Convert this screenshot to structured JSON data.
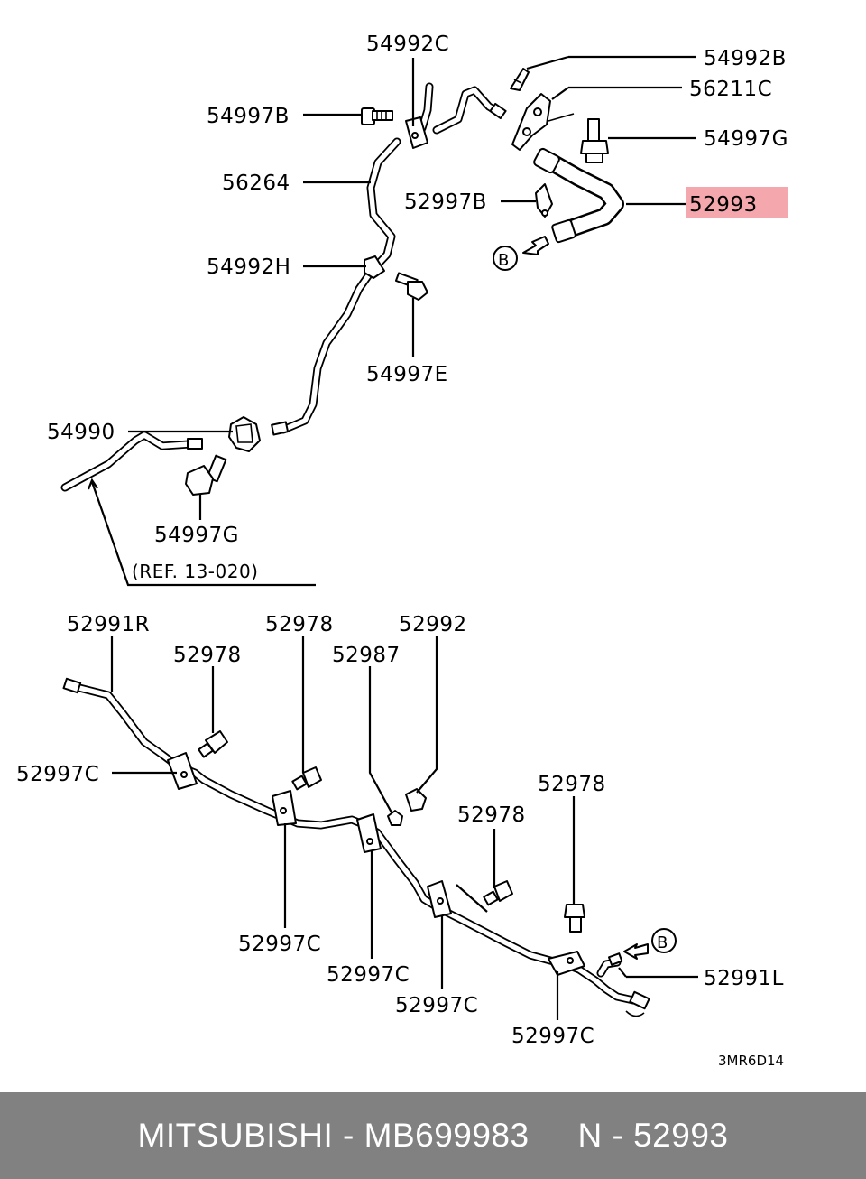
{
  "diagram_code": "3MR6D14",
  "reference": "(REF. 13-020)",
  "highlight_color": "#f4a7ad",
  "labels": {
    "l_54992C": "54992C",
    "l_54992B": "54992B",
    "l_56211C": "56211C",
    "l_54997B": "54997B",
    "l_54997G_top": "54997G",
    "l_56264": "56264",
    "l_52997B": "52997B",
    "l_52993": "52993",
    "l_B_top": "B",
    "l_54992H": "54992H",
    "l_54997E": "54997E",
    "l_54990": "54990",
    "l_54997G_bot": "54997G",
    "l_52991R": "52991R",
    "l_52978_a": "52978",
    "l_52978_b": "52978",
    "l_52992": "52992",
    "l_52987": "52987",
    "l_52997C_a": "52997C",
    "l_52978_c": "52978",
    "l_52978_d": "52978",
    "l_B_bot": "B",
    "l_52991L": "52991L",
    "l_52997C_b": "52997C",
    "l_52997C_c": "52997C",
    "l_52997C_d": "52997C",
    "l_52997C_e": "52997C"
  },
  "footer": {
    "text": "MITSUBISHI - MB699983     N - 52993"
  }
}
